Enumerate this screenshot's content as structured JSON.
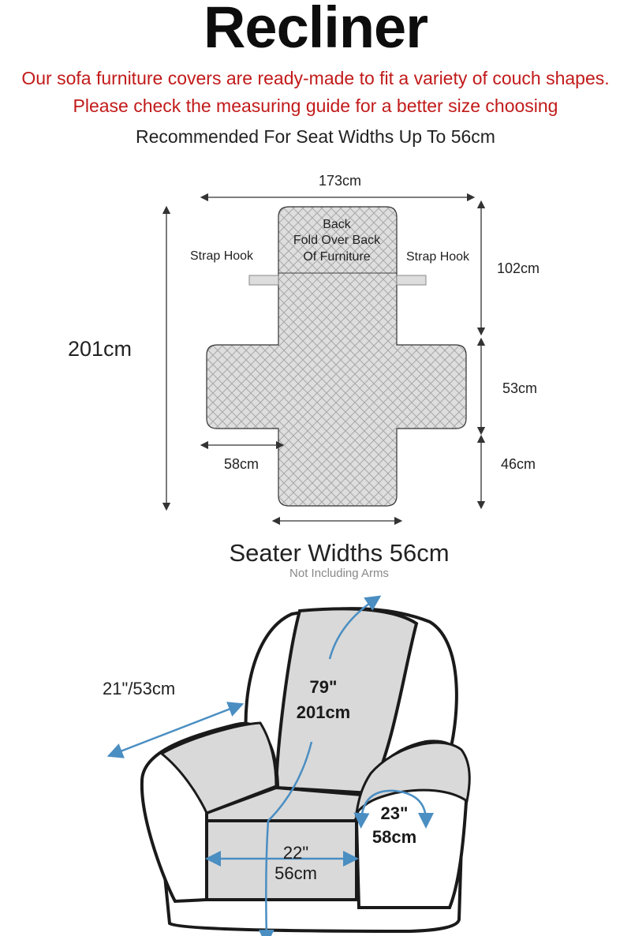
{
  "header": {
    "title": "Recliner",
    "line1": "Our sofa furniture covers are ready-made to fit a variety of couch shapes.",
    "line2": "Please check the measuring guide for a better size choosing",
    "recommendation": "Recommended For Seat Widths Up To 56cm"
  },
  "diagram": {
    "width_total": "173cm",
    "height_total": "201cm",
    "back_height": "102cm",
    "arm_height": "53cm",
    "seat_height": "46cm",
    "arm_width": "58cm",
    "back_label_line1": "Back",
    "back_label_line2": "Fold Over Back",
    "back_label_line3": "Of Furniture",
    "strap_left": "Strap Hook",
    "strap_right": "Strap Hook"
  },
  "seater": {
    "title": "Seater Widths 56cm",
    "note": "Not Including Arms"
  },
  "chair": {
    "arm_depth": "21\"/53cm",
    "length_in": "79\"",
    "length_cm": "201cm",
    "arm_len_in": "23\"",
    "arm_len_cm": "58cm",
    "seat_in": "22\"",
    "seat_cm": "56cm"
  },
  "colors": {
    "accent_red": "#c21a1a",
    "arrow_blue": "#4a8ec2",
    "cover_gray": "#d9d9d9",
    "quilt_line": "#a8a8a8"
  }
}
